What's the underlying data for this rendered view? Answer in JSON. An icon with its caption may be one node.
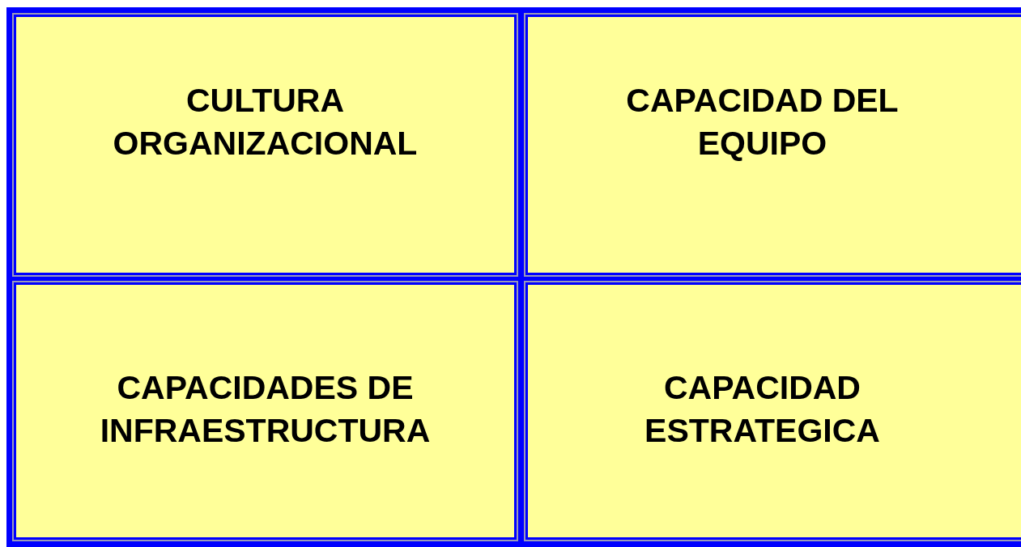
{
  "diagram": {
    "nodes": [
      {
        "text": [
          "CULTURA ORGANIZACIONAL"
        ]
      },
      {
        "text": [
          "CAPACIDAD DEL EQUIPO"
        ]
      },
      {
        "text": [
          "CAPACIDADES DE INFRAESTRUCTURA"
        ]
      },
      {
        "text": [
          "CAPACIDAD ESTRATEGICA"
        ]
      }
    ]
  }
}
